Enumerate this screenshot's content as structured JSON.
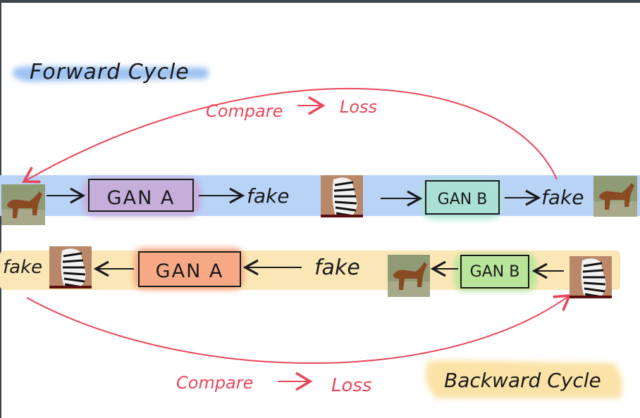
{
  "forward": {
    "title": "Forward Cycle",
    "compare": "Compare",
    "loss": "Loss",
    "gan_a": "GAN A",
    "gan_b": "GAN B",
    "fake_1": "fake",
    "fake_2": "fake"
  },
  "backward": {
    "title": "Backward Cycle",
    "compare": "Compare",
    "loss": "Loss",
    "gan_a": "GAN A",
    "gan_b": "GAN B",
    "fake_1": "fake",
    "fake_2": "fake"
  },
  "colors": {
    "blue_band": "#b9d3f7",
    "yellow_band": "#fbe7b6",
    "gan_a_forward": "#c9a8d6",
    "gan_b_forward": "#b8e6d6",
    "gan_a_backward": "#f6a37f",
    "gan_b_backward": "#b6e59a",
    "red": "#e8475a"
  },
  "images": {
    "horse": "horse-image",
    "zebra": "zebra-image"
  }
}
